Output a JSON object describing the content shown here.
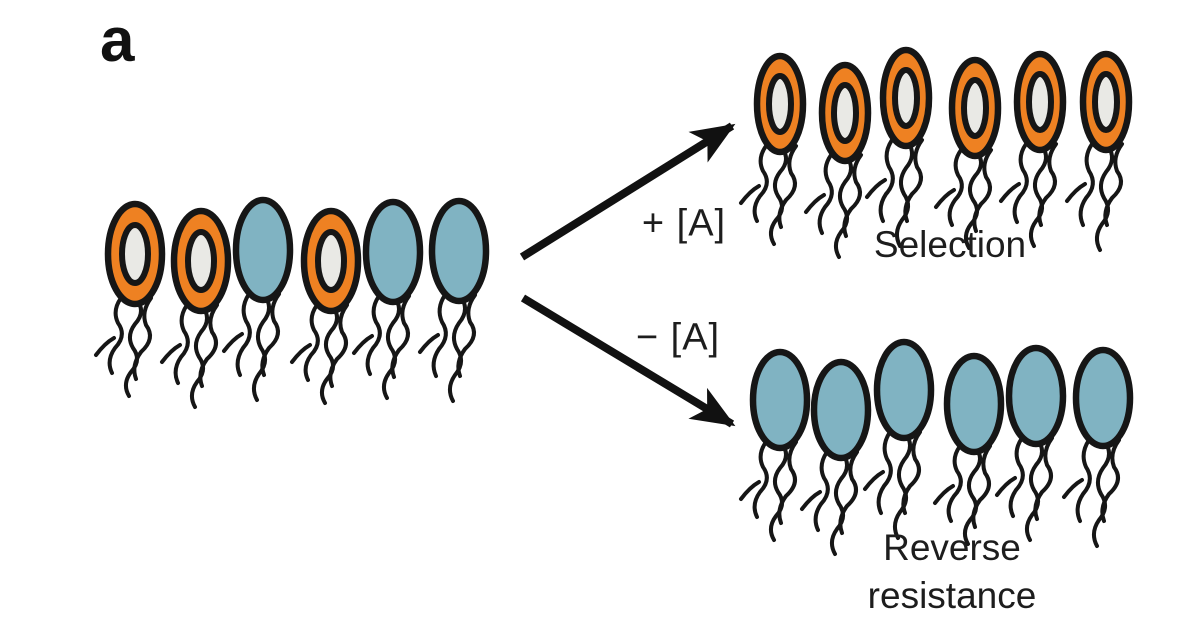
{
  "panel_label": "a",
  "arrows": {
    "plus_label": "+ [A]",
    "minus_label": "− [A]"
  },
  "outcomes": {
    "selection_label": "Selection",
    "reverse_label_line1": "Reverse",
    "reverse_label_line2": "resistance"
  },
  "legend_colors": {
    "resistant_fill": "#ee8122",
    "resistant_inner_fill": "#e9e9e5",
    "susceptible_fill": "#80b3c2",
    "outline": "#161616",
    "arrow": "#111111",
    "text": "#1d1d1d"
  },
  "populations": {
    "initial": {
      "name": "initial-mixed-population",
      "cells": [
        "resistant",
        "resistant",
        "susceptible",
        "resistant",
        "susceptible",
        "susceptible"
      ]
    },
    "after_selection": {
      "name": "population-with-drug",
      "cells": [
        "resistant",
        "resistant",
        "resistant",
        "resistant",
        "resistant",
        "resistant"
      ]
    },
    "after_reversion": {
      "name": "population-without-drug",
      "cells": [
        "susceptible",
        "susceptible",
        "susceptible",
        "susceptible",
        "susceptible",
        "susceptible"
      ]
    }
  }
}
